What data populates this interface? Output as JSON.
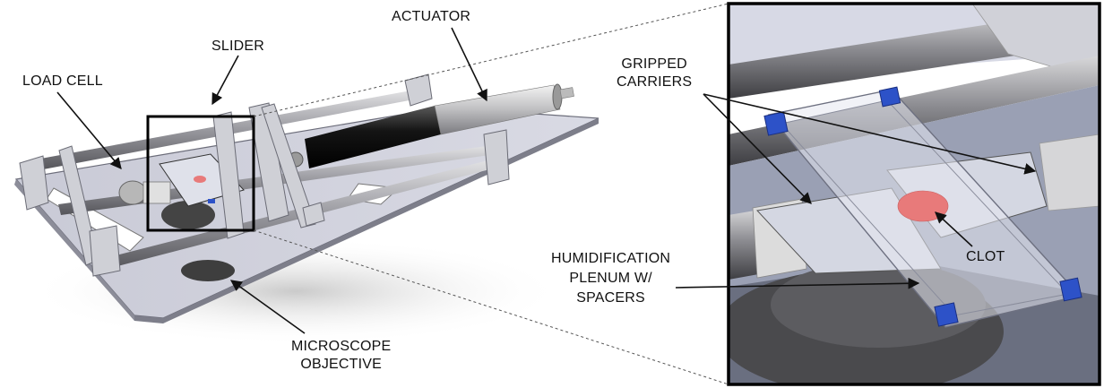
{
  "labels": {
    "actuator": "ACTUATOR",
    "slider": "SLIDER",
    "load_cell": "LOAD CELL",
    "microscope_line1": "MICROSCOPE",
    "microscope_line2": "OBJECTIVE",
    "gripped_line1": "GRIPPED",
    "gripped_line2": "CARRIERS",
    "humid_line1": "HUMIDIFICATION",
    "humid_line2": "PLENUM W/",
    "humid_line3": "SPACERS",
    "clot": "CLOT"
  },
  "colors": {
    "clot": "#e87a7a",
    "spacer_blue": "#2d52c8",
    "actuator_black": "#111111",
    "inset_border": "#000000"
  }
}
